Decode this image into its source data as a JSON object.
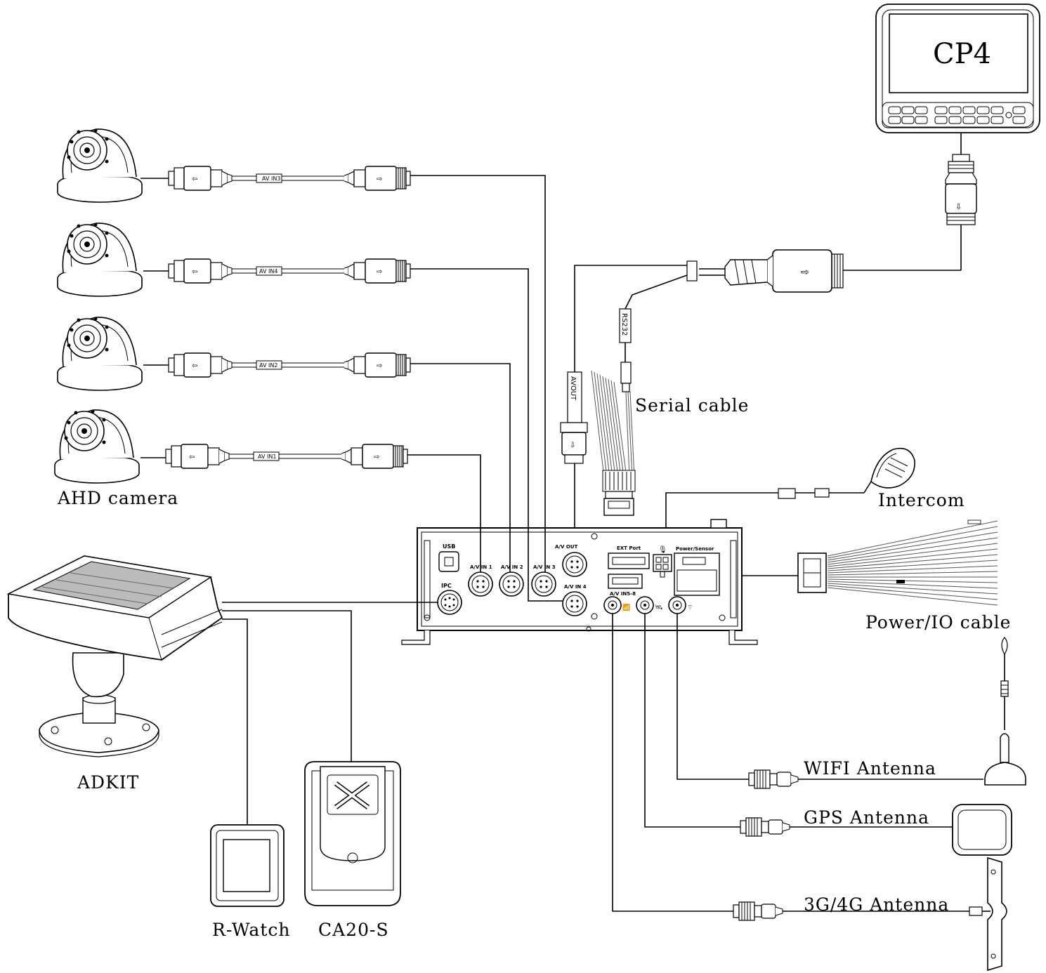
{
  "labels": {
    "cp4": "CP4",
    "serial_cable": "Serial cable",
    "intercom": "Intercom",
    "ahd_camera": "AHD camera",
    "power_io_cable": "Power/IO cable",
    "adkit": "ADKIT",
    "wifi_antenna": "WIFI Antenna",
    "gps_antenna": "GPS Antenna",
    "antenna_3g4g": "3G/4G Antenna",
    "r_watch": "R-Watch",
    "ca20s": "CA20-S"
  },
  "cable_tags": {
    "cam1": "AV IN3",
    "cam2": "AV IN4",
    "cam3": "AV IN2",
    "cam4": "AV IN1",
    "avout": "AVOUT",
    "rs232": "RS232"
  },
  "panel": {
    "usb": "USB",
    "ipc": "IPC",
    "avin1": "A/V IN 1",
    "avin2": "A/V IN 2",
    "avin3": "A/V IN 3",
    "avout": "A/V OUT",
    "avin4": "A/V IN 4",
    "ext_port": "EXT Port",
    "avin5_8": "A/V IN5-8",
    "power_sensor": "Power/Sensor"
  }
}
